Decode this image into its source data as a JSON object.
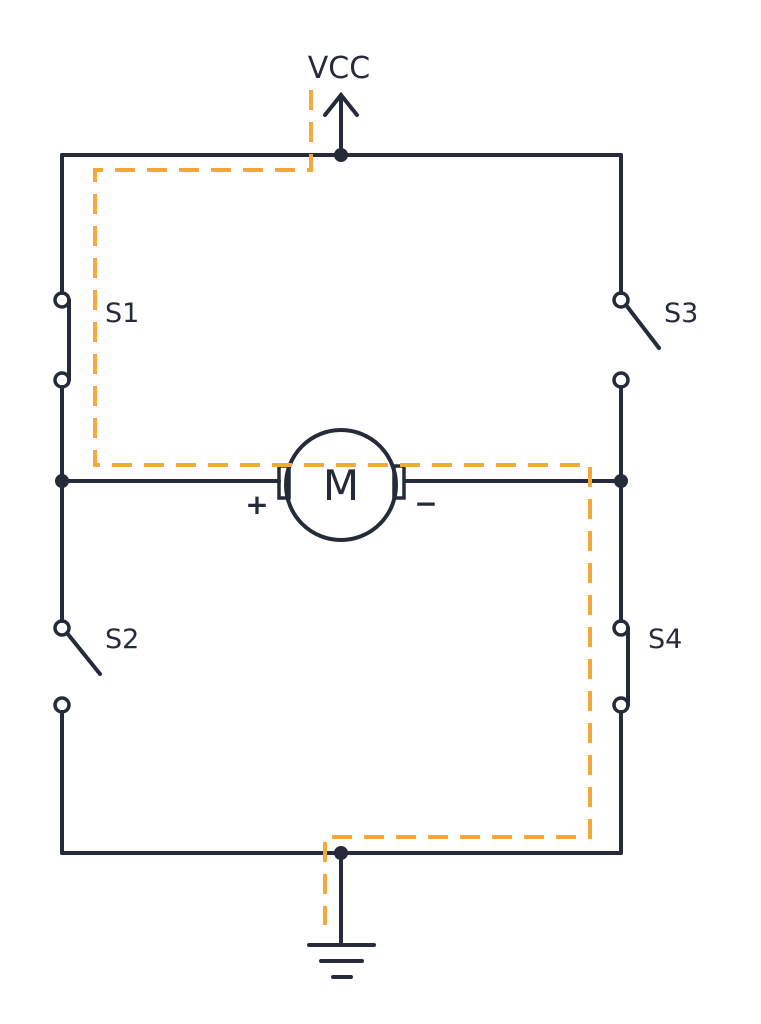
{
  "diagram": {
    "title": "H-bridge motor circuit",
    "supply_label": "VCC",
    "motor_label": "M",
    "motor_plus": "+",
    "motor_minus": "−",
    "switches": [
      {
        "label": "S1",
        "state": "closed"
      },
      {
        "label": "S2",
        "state": "open"
      },
      {
        "label": "S3",
        "state": "open"
      },
      {
        "label": "S4",
        "state": "closed"
      }
    ],
    "colors": {
      "wire": "#262b3a",
      "current_path": "#f5a83a"
    }
  }
}
